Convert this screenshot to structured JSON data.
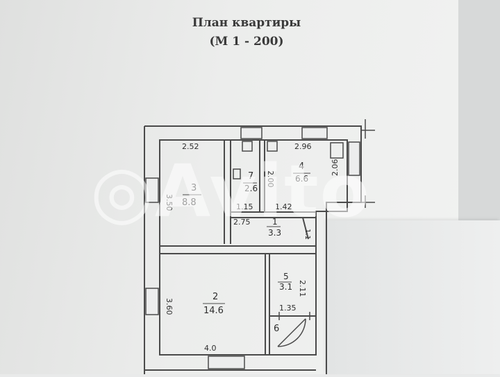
{
  "title": {
    "line1": "План квартиры",
    "line2": "(М 1 - 200)"
  },
  "watermark": "Avito",
  "rooms": [
    {
      "number": "3",
      "area": "8.8"
    },
    {
      "number": "7",
      "area": "2.6"
    },
    {
      "number": "4",
      "area": "6.6"
    },
    {
      "number": "1",
      "area": "3.3"
    },
    {
      "number": "2",
      "area": "14.6"
    },
    {
      "number": "5",
      "area": "3.1"
    },
    {
      "number": "6",
      "area": ""
    }
  ],
  "dimensions": {
    "d_252": "2.52",
    "d_296": "2.96",
    "d_350": "3.50",
    "d_200": "2.00",
    "d_206": "2.06",
    "d_115": "1.15",
    "d_142": "1.42",
    "d_275": "2.75",
    "d_11": "1.1",
    "d_360": "3.60",
    "d_211": "2.11",
    "d_135": "1.35",
    "d_40": "4.0"
  },
  "colors": {
    "wall": "#4a4a4a",
    "paper": "#eceded"
  }
}
